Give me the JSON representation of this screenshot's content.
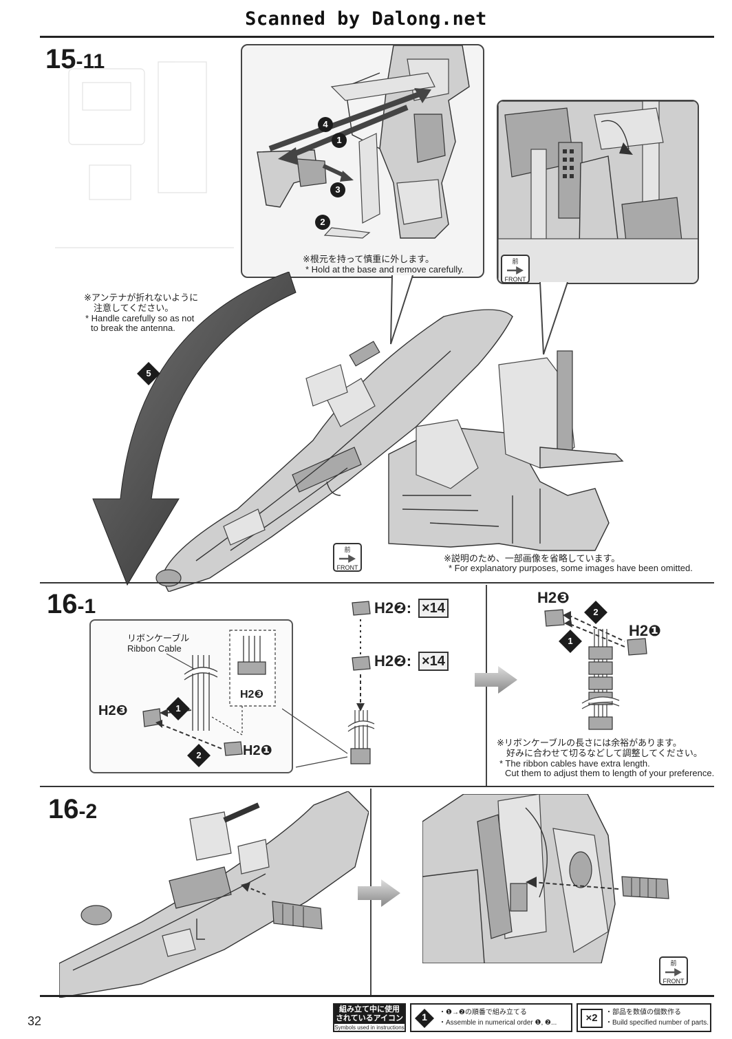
{
  "watermark": "Scanned by Dalong.net",
  "page_number": "32",
  "steps": {
    "s15_11": {
      "major": "15",
      "minor": "-11"
    },
    "s16_1": {
      "major": "16",
      "minor": "-1"
    },
    "s16_2": {
      "major": "16",
      "minor": "-2"
    }
  },
  "callout_top": {
    "note_jp": "※根元を持って慎重に外します。",
    "note_en": "* Hold at the base and remove carefully.",
    "markers": [
      "4",
      "1",
      "3",
      "2"
    ]
  },
  "antenna_note": {
    "jp_line1": "※アンテナが折れないように",
    "jp_line2": "注意してください。",
    "en_line1": "* Handle carefully so as not",
    "en_line2": "to break the antenna."
  },
  "big_arrow_marker": "5",
  "front_badge": {
    "jp": "前",
    "en": "FRONT"
  },
  "omitted_note": {
    "jp": "※説明のため、一部画像を省略しています。",
    "en": "* For explanatory purposes, some images have been omitted."
  },
  "ribbon_panel": {
    "label_jp": "リボンケーブル",
    "label_en": "Ribbon Cable",
    "parts": [
      "H2❸",
      "H2❸",
      "H2❶"
    ],
    "markers": [
      "1",
      "2"
    ]
  },
  "stack": {
    "part1": "H2❷:",
    "qty1": "×14",
    "part2": "H2❷:",
    "qty2": "×14"
  },
  "assembled": {
    "part_top": "H2❸",
    "part_right": "H2❶",
    "markers": [
      "2",
      "1"
    ],
    "note_jp1": "※リボンケーブルの長さには余裕があります。",
    "note_jp2": "好みに合わせて切るなどして調整してください。",
    "note_en1": "* The ribbon cables have extra length.",
    "note_en2": "Cut them to adjust them to length of your preference."
  },
  "legend": {
    "icons_jp1": "組み立て中に使用",
    "icons_jp2": "されているアイコン",
    "icons_en": "Symbols used in instructions",
    "order_num": "1",
    "order_jp": "・❶→❷の順番で組み立てる",
    "order_en": "・Assemble in numerical order ❶, ❷...",
    "count_num": "×2",
    "count_jp": "・部品を数値の個数作る",
    "count_en": "・Build specified number of parts."
  }
}
